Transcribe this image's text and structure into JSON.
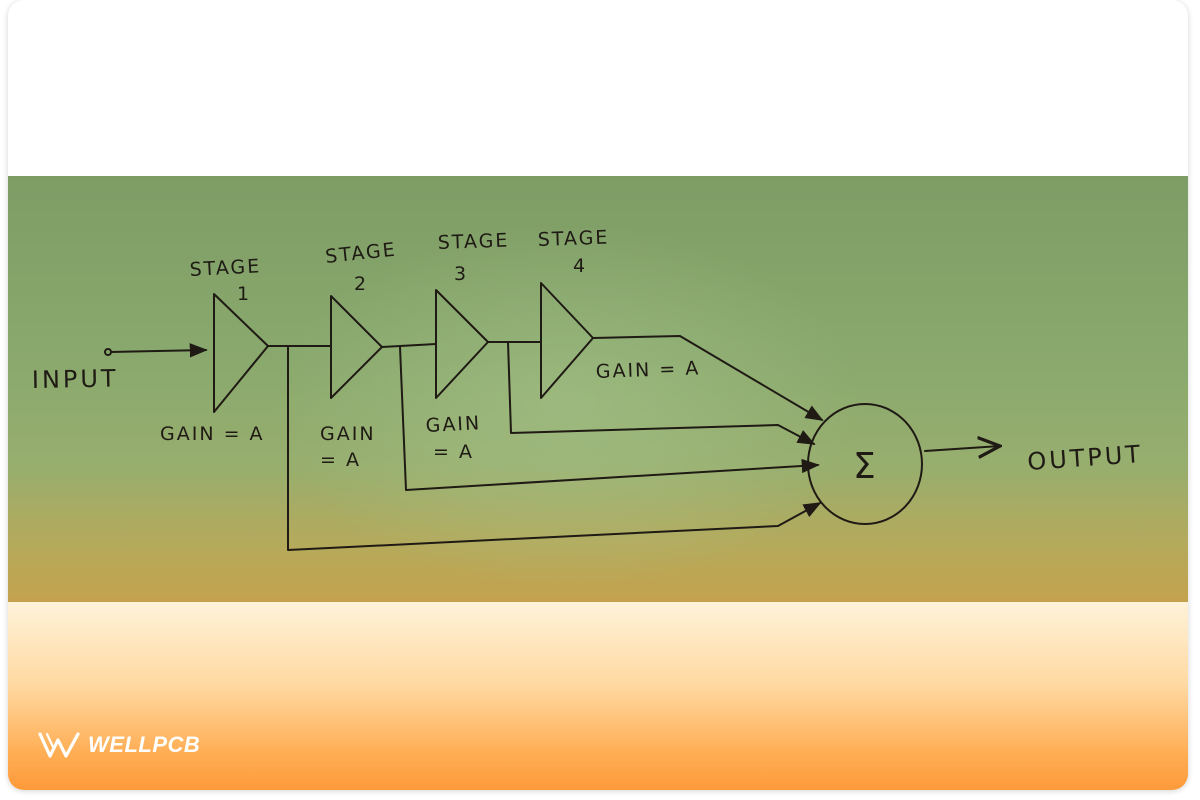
{
  "diagram": {
    "input_label": "INPUT",
    "output_label": "OUTPUT",
    "summer_symbol": "Σ",
    "stages": [
      {
        "title": "STAGE",
        "number": "1",
        "gain_lines": [
          "GAIN = A"
        ]
      },
      {
        "title": "STAGE",
        "number": "2",
        "gain_lines": [
          "GAIN",
          "= A"
        ]
      },
      {
        "title": "STAGE",
        "number": "3",
        "gain_lines": [
          "GAIN",
          "= A"
        ]
      },
      {
        "title": "STAGE",
        "number": "4",
        "gain_lines": [
          "GAIN = A"
        ]
      }
    ]
  },
  "logo": {
    "text": "WELLPCB",
    "icon": "wellpcb-logo-icon"
  },
  "colors": {
    "paper": "#88a86d",
    "ink": "#1f1a14",
    "banner_bottom": "#fd9a3a"
  }
}
